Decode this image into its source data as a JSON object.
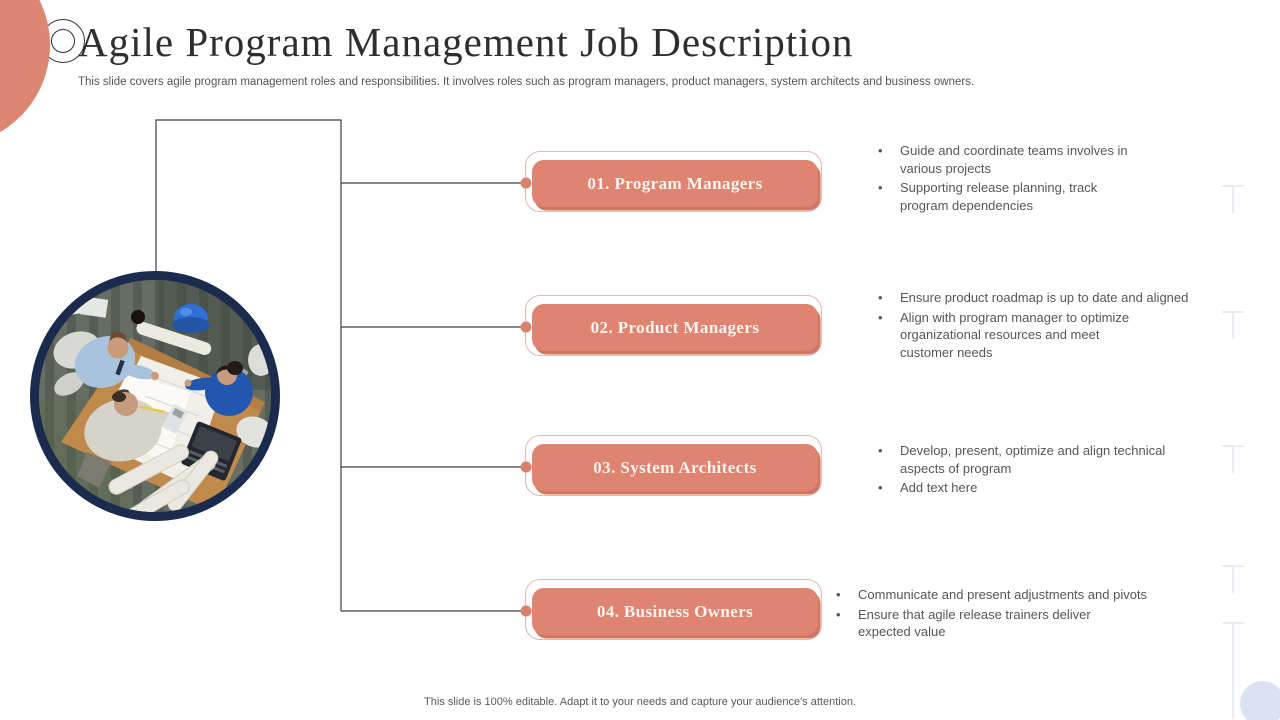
{
  "slide": {
    "title": "Agile Program Management Job Description",
    "subtitle": "This slide covers agile program management roles and responsibilities. It involves roles such as program managers, product managers, system architects and business owners.",
    "footer": "This slide is 100% editable.  Adapt it to your needs and capture your audience's attention."
  },
  "colors": {
    "accent_coral": "#DE8470",
    "coral_outline": "#E7B7A8",
    "coral_shadow": "#CD7963",
    "navy_ring": "#1B2B4D",
    "title_text": "#2E2E2E",
    "body_text": "#575757",
    "connector_line": "#3F3F3F",
    "light_blue_dot": "#DBE3F2"
  },
  "image": {
    "description": "Overhead photo of three colleagues reviewing blueprints at a wooden table with a blue hard hat, laptop and rolled plans"
  },
  "roles": [
    {
      "label": "01. Program Managers",
      "bullets": [
        "Guide and coordinate teams involves in\nvarious projects",
        "Supporting release planning, track\nprogram dependencies"
      ]
    },
    {
      "label": "02. Product Managers",
      "bullets": [
        "Ensure product roadmap is up to date and aligned",
        "Align with program manager to optimize\norganizational resources and meet\ncustomer needs"
      ]
    },
    {
      "label": "03. System Architects",
      "bullets": [
        "Develop, present, optimize and align technical\naspects of program",
        "Add text here"
      ]
    },
    {
      "label": "04. Business Owners",
      "bullets": [
        "Communicate and present adjustments and pivots",
        "Ensure that agile release trainers deliver\nexpected value"
      ]
    }
  ]
}
